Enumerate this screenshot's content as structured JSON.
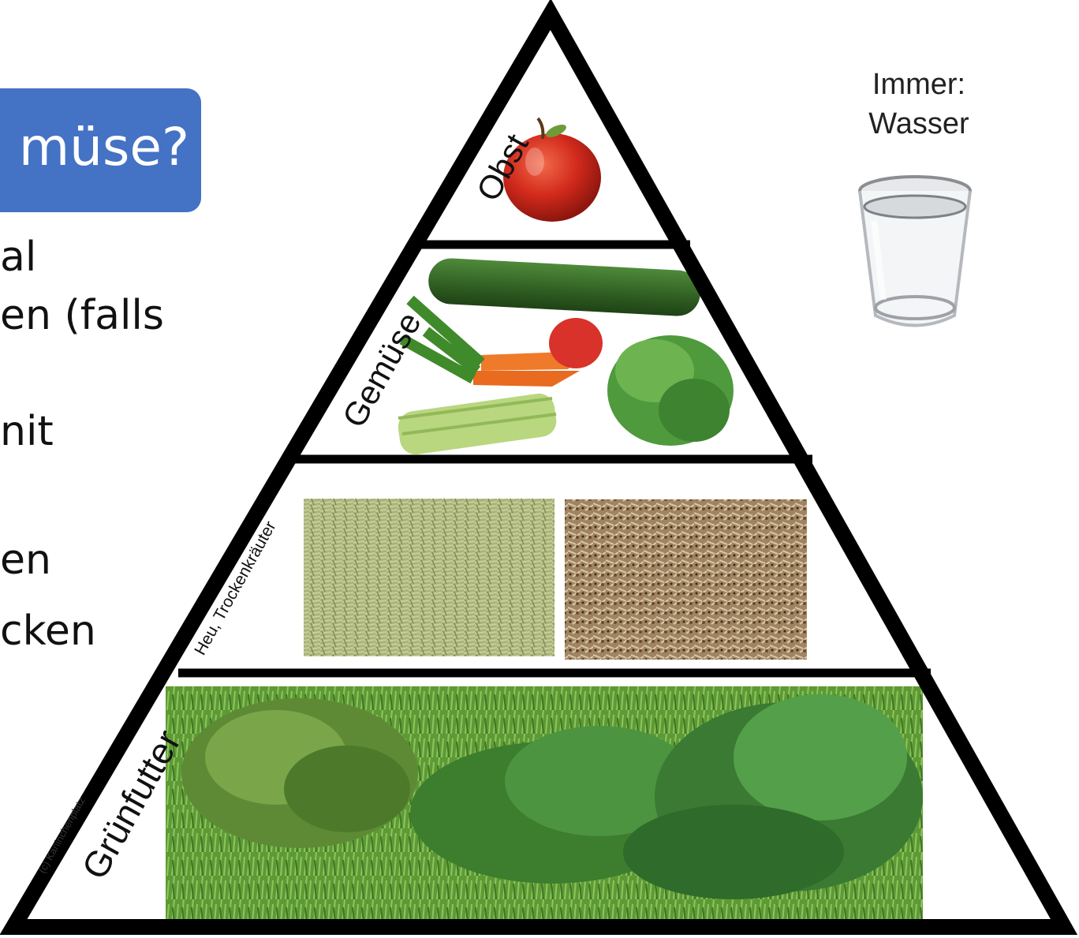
{
  "slide": {
    "title": "müse?",
    "bullets": [
      "al",
      "en (falls",
      "nit",
      "en",
      "cken"
    ]
  },
  "pyramid": {
    "tiers": [
      {
        "label": "Obst"
      },
      {
        "label": "Gemüse"
      },
      {
        "label": "Heu, Trockenkräuter"
      },
      {
        "label": "Grünfutter"
      }
    ],
    "copyright": "(c) Kaninchenplatz",
    "water": {
      "line1": "Immer:",
      "line2": "Wasser"
    }
  }
}
